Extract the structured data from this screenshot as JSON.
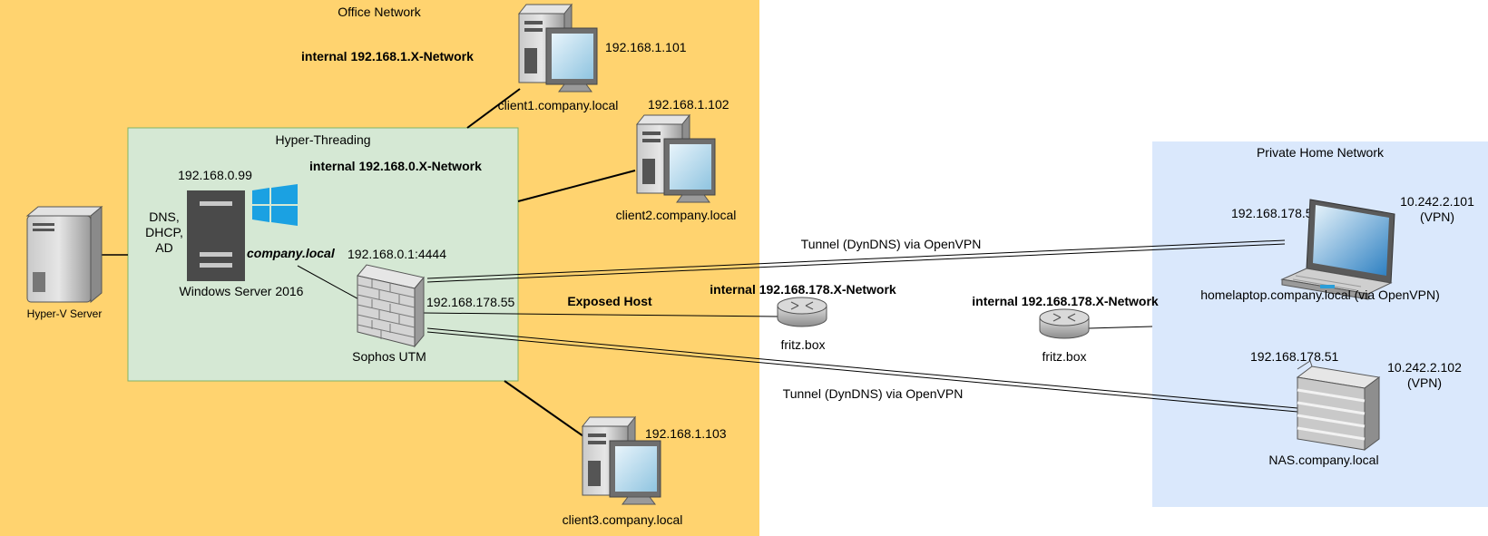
{
  "zones": {
    "office": {
      "title": "Office Network",
      "fill": "#FFD36F"
    },
    "hyper": {
      "title": "Hyper-Threading",
      "fill": "#D5E8D4",
      "stroke": "#82B366"
    },
    "home": {
      "title": "Private Home Network",
      "fill": "#DAE8FC"
    }
  },
  "labels": {
    "internal_1": "internal 192.168.1.X-Network",
    "internal_0": "internal 192.168.0.X-Network",
    "internal_178_a": "internal 192.168.178.X-Network",
    "internal_178_b": "internal 192.168.178.X-Network",
    "tunnel_top": "Tunnel (DynDNS) via OpenVPN",
    "tunnel_bottom": "Tunnel (DynDNS) via OpenVPN",
    "exposed_host": "Exposed Host"
  },
  "nodes": {
    "client1": {
      "ip": "192.168.1.101",
      "name": "client1.company.local"
    },
    "client2": {
      "ip": "192.168.1.102",
      "name": "client2.company.local"
    },
    "client3": {
      "ip": "192.168.1.103",
      "name": "client3.company.local"
    },
    "hyperv": {
      "name": "Hyper-V Server"
    },
    "winserver": {
      "ip": "192.168.0.99",
      "services": [
        "DNS,",
        "DHCP,",
        "AD"
      ],
      "domain": "company.local",
      "name": "Windows Server 2016"
    },
    "sophos": {
      "ip_top": "192.168.0.1:4444",
      "ip_side": "192.168.178.55",
      "name": "Sophos UTM"
    },
    "fritz1": {
      "name": "fritz.box"
    },
    "fritz2": {
      "name": "fritz.box"
    },
    "laptop": {
      "ip": "192.168.178.50",
      "vpn_ip": "10.242.2.101",
      "vpn_tag": "(VPN)",
      "name": "homelaptop.company.local (via OpenVPN)"
    },
    "nas": {
      "ip": "192.168.178.51",
      "vpn_ip": "10.242.2.102",
      "vpn_tag": "(VPN)",
      "name": "NAS.company.local"
    }
  },
  "icons": [
    "desktop-pc-icon",
    "server-tower-icon",
    "windows-server-icon",
    "windows-logo-icon",
    "firewall-icon",
    "router-icon",
    "laptop-icon",
    "nas-storage-icon"
  ]
}
